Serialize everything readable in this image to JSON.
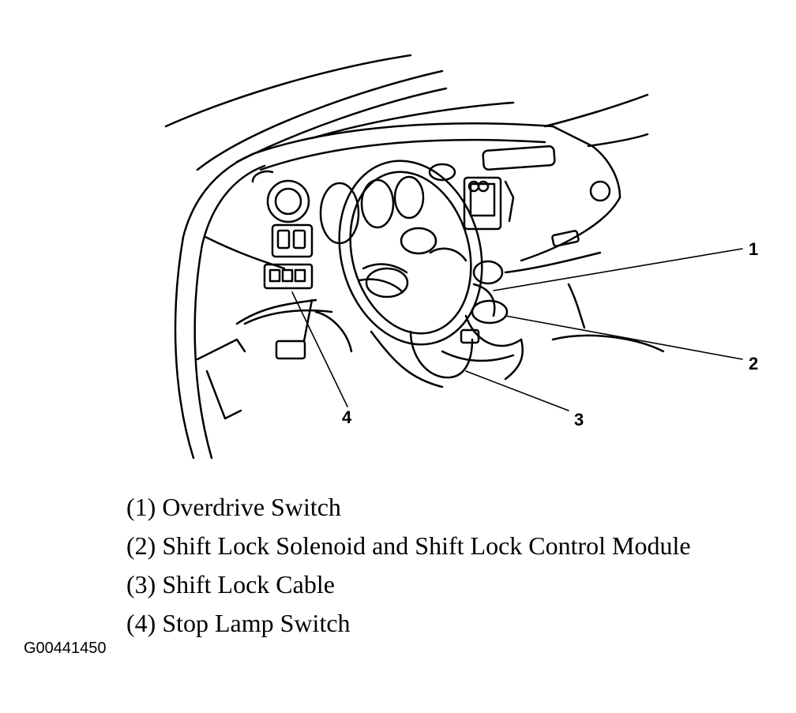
{
  "callouts": [
    {
      "number": "1"
    },
    {
      "number": "2"
    },
    {
      "number": "3"
    },
    {
      "number": "4"
    }
  ],
  "legend": [
    {
      "text": "(1) Overdrive Switch"
    },
    {
      "text": "(2) Shift Lock Solenoid and Shift Lock Control Module"
    },
    {
      "text": "(3) Shift Lock Cable"
    },
    {
      "text": "(4) Stop Lamp Switch"
    }
  ],
  "figure_id": "G00441450"
}
